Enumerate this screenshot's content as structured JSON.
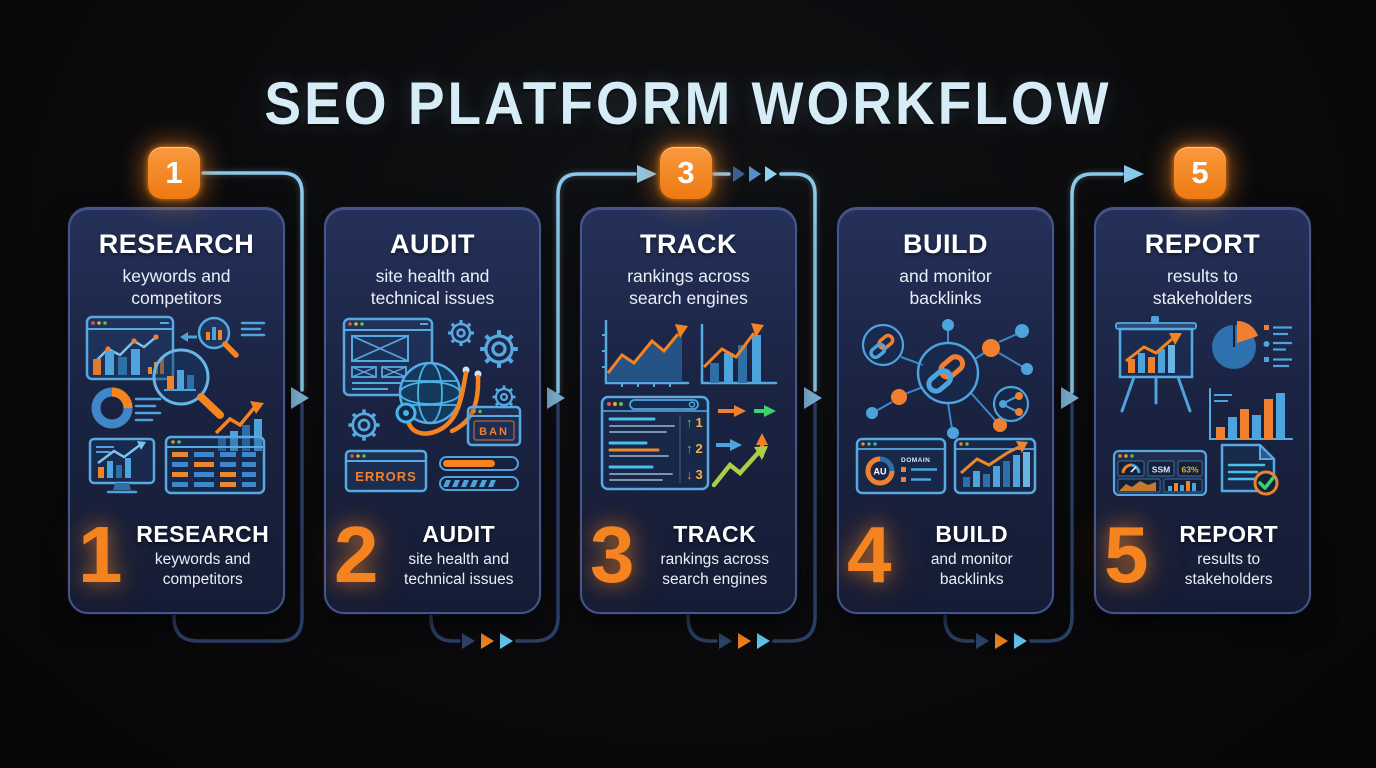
{
  "title": "SEO PLATFORM WORKFLOW",
  "steps": [
    {
      "number": "1",
      "badge": "1",
      "title": "RESEARCH",
      "subtitle": "keywords and competitors"
    },
    {
      "number": "2",
      "title": "AUDIT",
      "subtitle": "site health and technical issues"
    },
    {
      "number": "3",
      "badge": "3",
      "title": "TRACK",
      "subtitle": "rankings across search engines"
    },
    {
      "number": "4",
      "title": "BUILD",
      "subtitle": "and monitor backlinks"
    },
    {
      "number": "5",
      "badge": "5",
      "title": "REPORT",
      "subtitle": "results to stakeholders"
    }
  ],
  "icon_labels": {
    "audit_ban": "BAN",
    "audit_errors": "ERRORS",
    "track_ranks": [
      {
        "arrow": "↑",
        "num": "1"
      },
      {
        "arrow": "↑",
        "num": "2"
      },
      {
        "arrow": "↓",
        "num": "3"
      }
    ],
    "build_gauge": "AU",
    "build_domain": "DOMAIN",
    "report_ssm": "SSM",
    "report_pct": "63%"
  },
  "colors": {
    "accent_orange": "#f5831f",
    "light_blue_line": "#8cc8ea",
    "navy_line": "#2c3f66",
    "card_border": "#44568a",
    "title_color": "#d6ecf7"
  }
}
